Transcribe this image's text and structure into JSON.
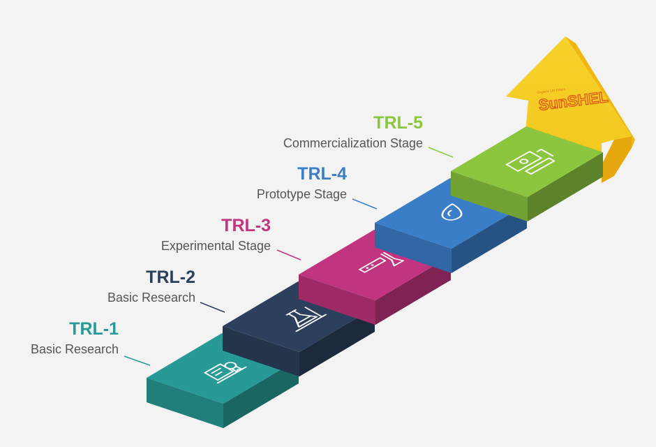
{
  "steps": [
    {
      "level": "TRL-1",
      "stage": "Basic Research",
      "color": "#279a96",
      "icon": "certificate-icon"
    },
    {
      "level": "TRL-2",
      "stage": "Basic Research",
      "color": "#2c3f5c",
      "icon": "lab-flask-icon"
    },
    {
      "level": "TRL-3",
      "stage": "Experimental Stage",
      "color": "#c1347f",
      "icon": "test-tube-icon"
    },
    {
      "level": "TRL-4",
      "stage": "Prototype Stage",
      "color": "#3b7ec8",
      "icon": "droplet-icon"
    },
    {
      "level": "TRL-5",
      "stage": "Commercialization Stage",
      "color": "#8cc63f",
      "icon": "money-icon"
    }
  ],
  "logo": {
    "tagline": "Organic UV Filters",
    "name": "SunSHEL",
    "color": "#f6d22a"
  }
}
